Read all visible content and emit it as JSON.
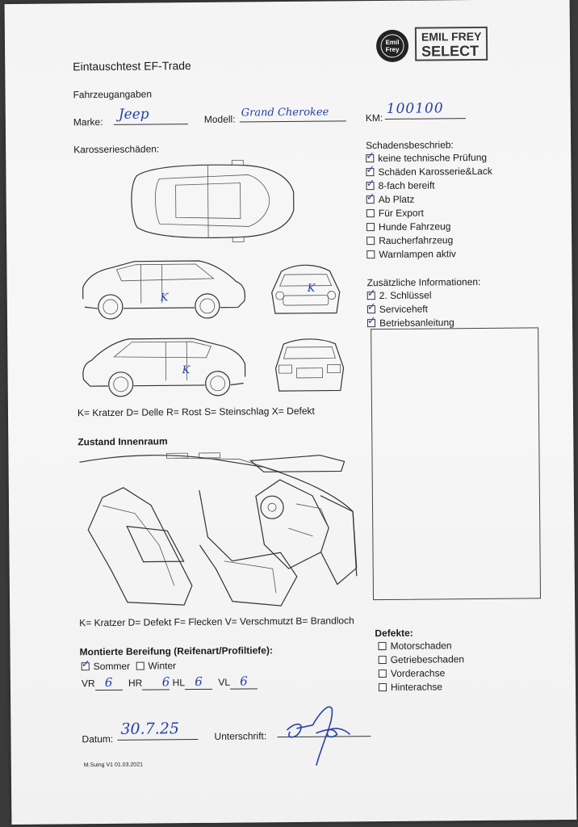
{
  "logo": {
    "emblem_line1": "Emil",
    "emblem_line2": "Frey",
    "brand_line1": "EMIL FREY",
    "brand_line2": "SELECT"
  },
  "title": "Eintauschtest EF-Trade",
  "vehicle": {
    "section": "Fahrzeugangaben",
    "make_label": "Marke:",
    "make_value": "Jeep",
    "model_label": "Modell:",
    "model_value": "Grand Cherokee",
    "km_label": "KM:",
    "km_value": "100100"
  },
  "body_damage_label": "Karosserieschäden:",
  "damage_marks": [
    "K",
    "K",
    "K"
  ],
  "body_legend": "K= Kratzer D= Delle R= Rost S= Steinschlag X= Defekt",
  "damage_description": {
    "title": "Schadensbeschrieb:",
    "items": [
      {
        "label": "keine technische Prüfung",
        "checked": true
      },
      {
        "label": "Schäden Karosserie&Lack",
        "checked": true
      },
      {
        "label": "8-fach bereift",
        "checked": true
      },
      {
        "label": "Ab Platz",
        "checked": true
      },
      {
        "label": "Für Export",
        "checked": false
      },
      {
        "label": "Hunde Fahrzeug",
        "checked": false
      },
      {
        "label": "Raucherfahrzeug",
        "checked": false
      },
      {
        "label": "Warnlampen aktiv",
        "checked": false
      }
    ]
  },
  "additional_info": {
    "title": "Zusätzliche Informationen:",
    "items": [
      {
        "label": "2. Schlüssel",
        "checked": true
      },
      {
        "label": "Serviceheft",
        "checked": true
      },
      {
        "label": "Betriebsanleitung",
        "checked": true
      }
    ]
  },
  "interior": {
    "title": "Zustand Innenraum",
    "legend": "K= Kratzer D= Defekt F= Flecken V= Verschmutzt B= Brandloch"
  },
  "tires": {
    "title": "Montierte Bereifung (Reifenart/Profiltiefe):",
    "summer_label": "Sommer",
    "summer_checked": true,
    "winter_label": "Winter",
    "winter_checked": false,
    "vr_label": "VR",
    "vr_value": "6",
    "hr_label": "HR",
    "hr_value": "6",
    "hl_label": "HL",
    "hl_value": "6",
    "vl_label": "VL",
    "vl_value": "6"
  },
  "defects": {
    "title": "Defekte:",
    "items": [
      {
        "label": "Motorschaden",
        "checked": false
      },
      {
        "label": "Getriebeschaden",
        "checked": false
      },
      {
        "label": "Vorderachse",
        "checked": false
      },
      {
        "label": "Hinterachse",
        "checked": false
      }
    ]
  },
  "footer": {
    "date_label": "Datum:",
    "date_value": "30.7.25",
    "signature_label": "Unterschrift:",
    "version": "M.Suing V1 01.03.2021"
  },
  "colors": {
    "paper": "#f4f4f4",
    "ink": "#2541a8",
    "print": "#1a1a1a",
    "background": "#3a3a3a"
  }
}
